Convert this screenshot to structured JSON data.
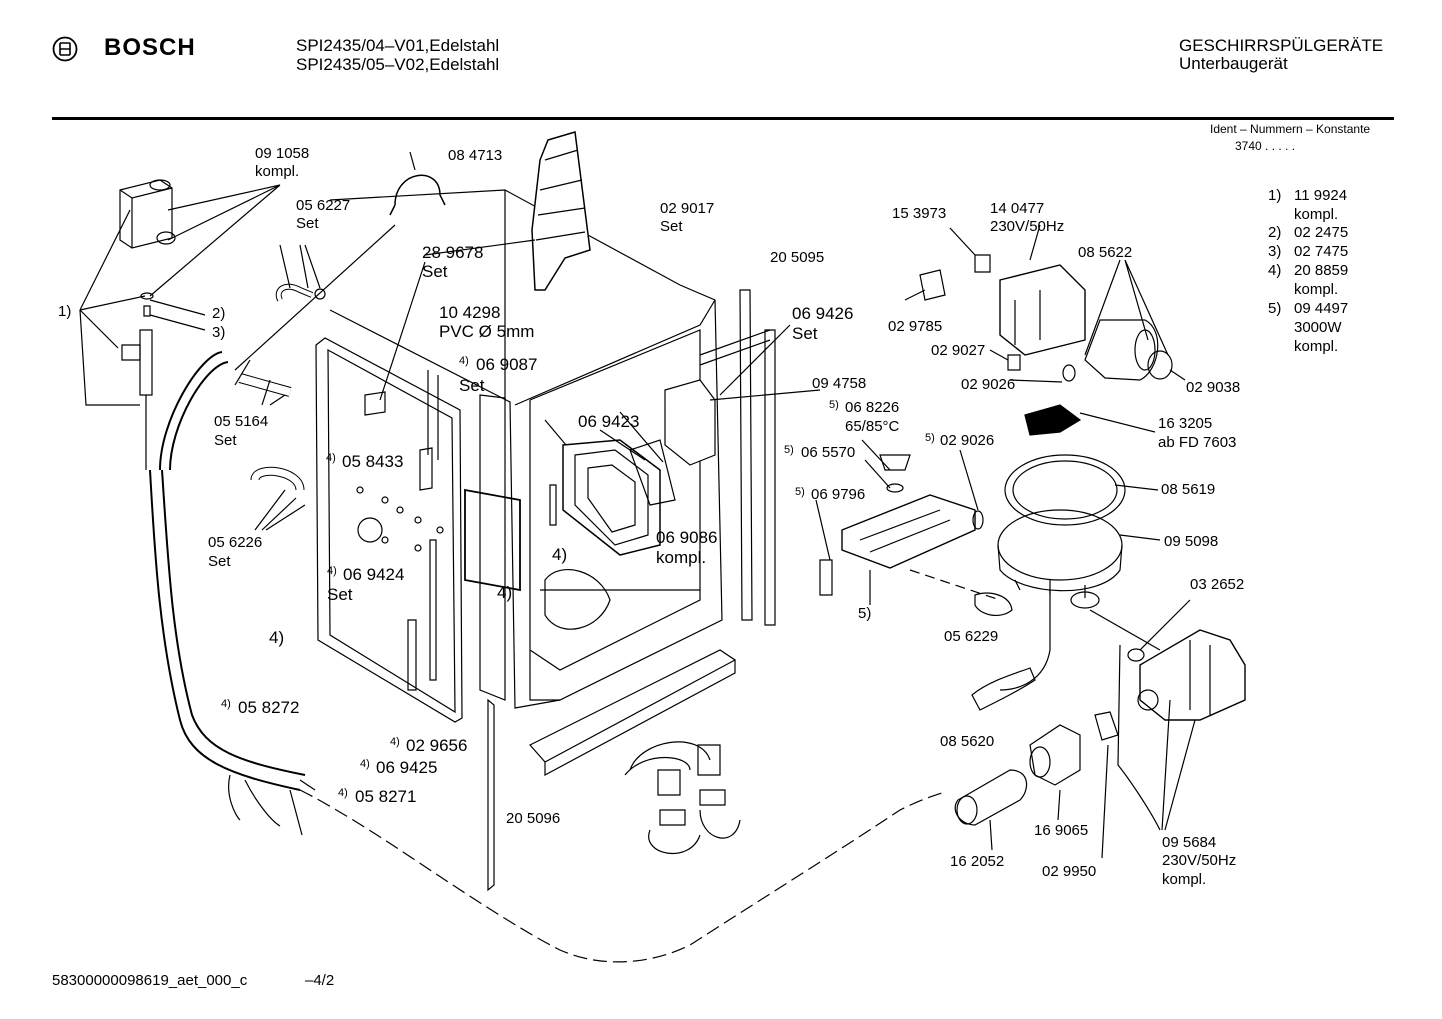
{
  "header": {
    "brand": "BOSCH",
    "model_line_1": "SPI2435/04–V01,Edelstahl",
    "model_line_2": "SPI2435/05–V02,Edelstahl",
    "category_line_1": "GESCHIRRSPÜLGERÄTE",
    "category_line_2": "Unterbaugerät",
    "ident_label": "Ident – Nummern – Konstante",
    "ident_value": "3740 .  .  .  .  ."
  },
  "legend": [
    {
      "key": "1)",
      "text": "11 9924",
      "text2": "kompl."
    },
    {
      "key": "2)",
      "text": "02 2475",
      "text2": ""
    },
    {
      "key": "3)",
      "text": "02 7475",
      "text2": ""
    },
    {
      "key": "4)",
      "text": "20 8859",
      "text2": "kompl."
    },
    {
      "key": "5)",
      "text": "09 4497",
      "text2": "3000W",
      "text3": "kompl."
    }
  ],
  "labels": {
    "p091058": "09 1058",
    "p091058b": "kompl.",
    "p084713": "08 4713",
    "p056227": "05 6227",
    "p056227b": "Set",
    "p289678": "28 9678",
    "p289678b": "Set",
    "p104298": "10 4298",
    "p104298b": "PVC Ø 5mm",
    "p069087": "06 9087",
    "p069087b": "Set",
    "p029017": "02 9017",
    "p029017b": "Set",
    "p205095": "20 5095",
    "p069426": "06 9426",
    "p069426b": "Set",
    "p069423": "06 9423",
    "p069086": "06 9086",
    "p069086b": "kompl.",
    "p094758": "09 4758",
    "p068226": "06 8226",
    "p068226b": "65/85°C",
    "p065570": "06 5570",
    "p069796": "06 9796",
    "p029026a": "02 9026",
    "p153973": "15 3973",
    "p140477": "14 0477",
    "p140477b": "230V/50Hz",
    "p085622": "08 5622",
    "p029785": "02 9785",
    "p029027": "02 9027",
    "p029026b": "02 9026",
    "p029038": "02 9038",
    "p163205": "16 3205",
    "p163205b": "ab FD 7603",
    "p085619": "08 5619",
    "p095098": "09 5098",
    "p032652": "03 2652",
    "p056229": "05 6229",
    "p085620": "08 5620",
    "p169065": "16 9065",
    "p029950": "02 9950",
    "p162052": "16 2052",
    "p095684": "09 5684",
    "p095684b": "230V/50Hz",
    "p095684c": "kompl.",
    "p055164": "05 5164",
    "p055164b": "Set",
    "p056226": "05 6226",
    "p056226b": "Set",
    "p058433": "05 8433",
    "p069424": "06 9424",
    "p069424b": "Set",
    "p058272": "05 8272",
    "p029656": "02 9656",
    "p069425": "06 9425",
    "p058271": "05 8271",
    "p205096": "20 5096",
    "c1": "1)",
    "c2": "2)",
    "c3": "3)",
    "c4a": "4)",
    "c4b": "4)",
    "c4c": "4)",
    "c5": "5)",
    "sup4": "4)",
    "sup5": "5)"
  },
  "footer": {
    "doc_id": "58300000098619_aet_000_c",
    "page": "–4/2"
  }
}
